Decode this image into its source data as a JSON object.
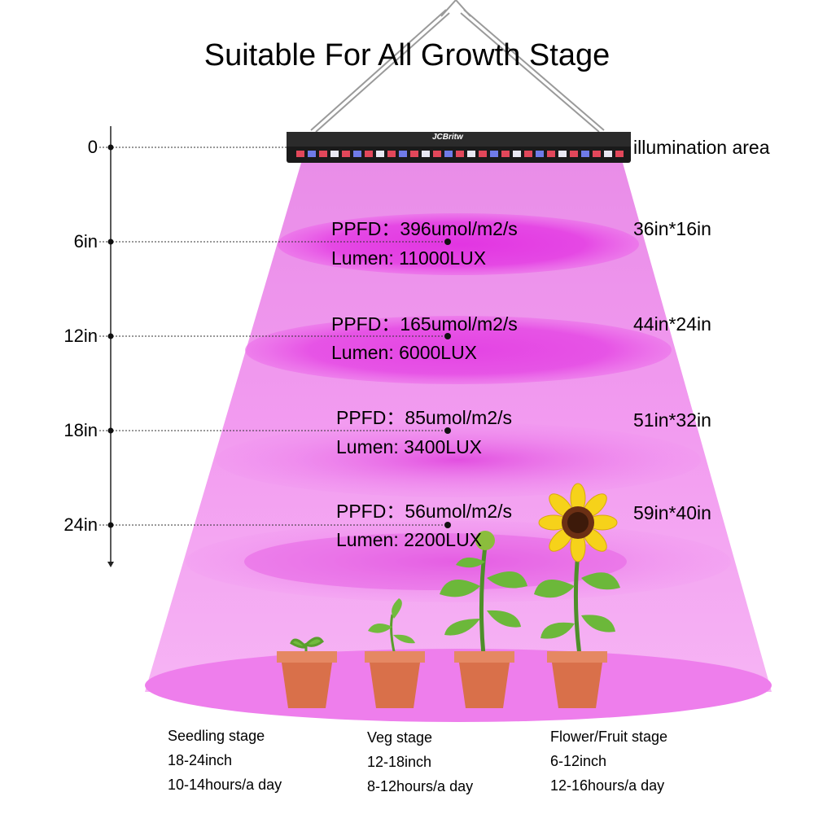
{
  "title": "Suitable For All Growth Stage",
  "brand": "JCBritw",
  "illumination_label": "illumination area",
  "ruler": {
    "ticks": [
      "0",
      "6in",
      "12in",
      "18in",
      "24in"
    ]
  },
  "levels": [
    {
      "ppfd": "PPFD：396umol/m2/s",
      "lumen": "Lumen: 11000LUX",
      "area": "36in*16in"
    },
    {
      "ppfd": "PPFD：165umol/m2/s",
      "lumen": "Lumen:  6000LUX",
      "area": "44in*24in"
    },
    {
      "ppfd": "PPFD：85umol/m2/s",
      "lumen": "Lumen:  3400LUX",
      "area": "51in*32in"
    },
    {
      "ppfd": "PPFD：56umol/m2/s",
      "lumen": "Lumen:  2200LUX",
      "area": "59in*40in"
    }
  ],
  "stages": [
    {
      "name": "Seedling stage",
      "distance": "18-24inch",
      "hours": "10-14hours/a day"
    },
    {
      "name": "Veg stage",
      "distance": "12-18inch",
      "hours": "8-12hours/a day"
    },
    {
      "name": "Flower/Fruit stage",
      "distance": "6-12inch",
      "hours": "12-16hours/a day"
    }
  ],
  "colors": {
    "beam": "#f08ef0",
    "ellipse": "#e23ee2",
    "pot": "#df7a55",
    "leaf": "#6cb83a",
    "petal": "#f6d21a"
  },
  "icons": [
    "grow-light-panel",
    "seedling-pot",
    "veg-plant-pot",
    "sunflower-pot",
    "sunflower-pot"
  ]
}
